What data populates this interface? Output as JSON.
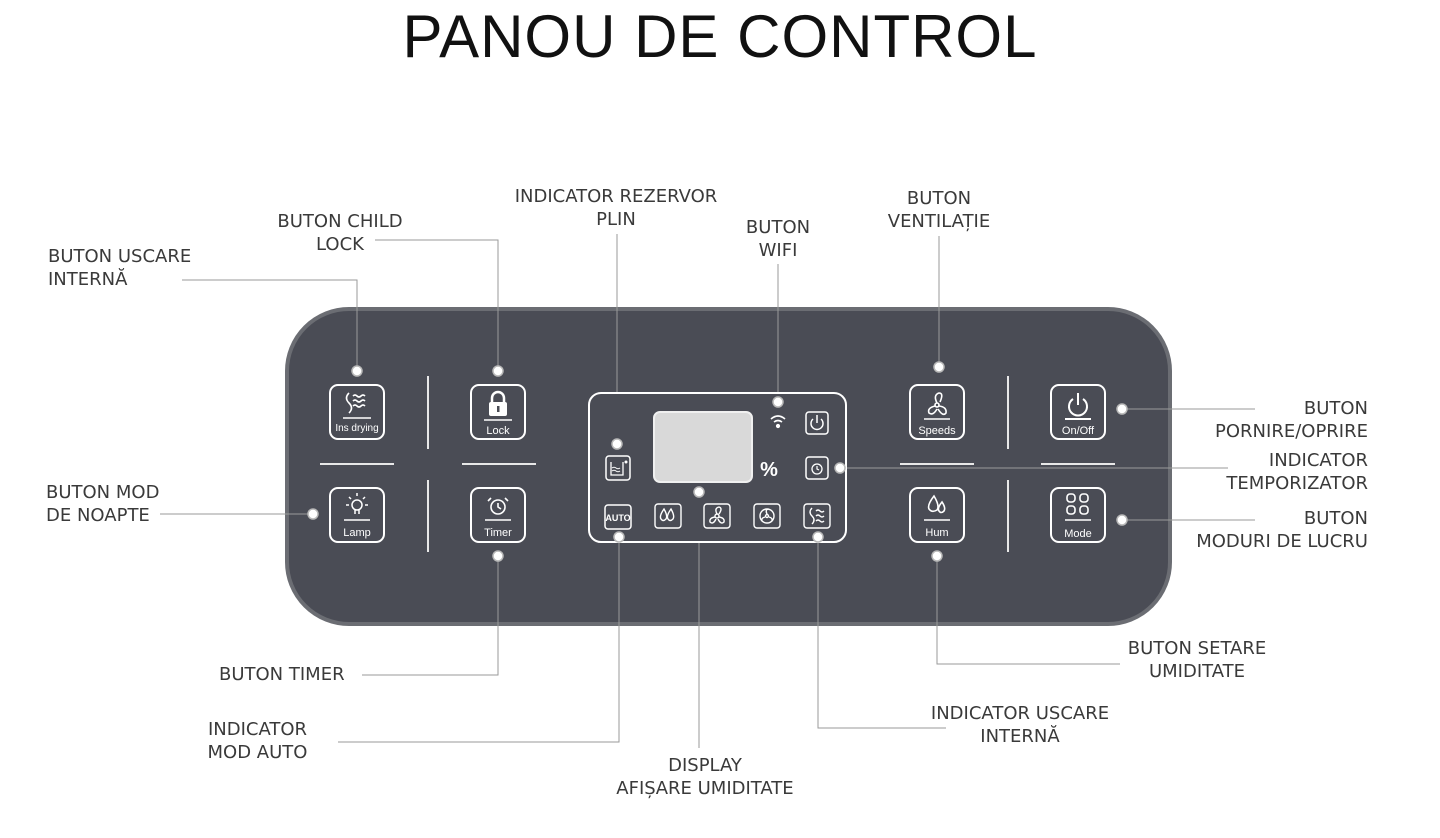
{
  "title": "PANOU DE CONTROL",
  "buttons": {
    "ins_drying": "Ins drying",
    "lock": "Lock",
    "lamp": "Lamp",
    "timer": "Timer",
    "speeds": "Speeds",
    "on_off": "On/Off",
    "hum": "Hum",
    "mode": "Mode"
  },
  "display": {
    "auto": "AUTO",
    "percent": "%"
  },
  "labels": {
    "uscare_interna": "BUTON USCARE\nINTERNĂ",
    "child_lock": "BUTON CHILD\nLOCK",
    "rezervor": "INDICATOR REZERVOR\nPLIN",
    "wifi": "BUTON\nWIFI",
    "ventilatie": "BUTON\nVENTILAȚIE",
    "pornire": "BUTON\nPORNIRE/OPRIRE",
    "temporizator": "INDICATOR\nTEMPORIZATOR",
    "moduri": "BUTON\nMODURI DE LUCRU",
    "mod_noapte": "BUTON MOD\nDE NOAPTE",
    "setare_umiditate": "BUTON SETARE\nUMIDITATE",
    "timer": "BUTON TIMER",
    "mod_auto": "INDICATOR\nMOD AUTO",
    "display": "DISPLAY\nAFIȘARE UMIDITATE",
    "uscare_indicator": "INDICATOR USCARE\nINTERNĂ"
  },
  "colors": {
    "panel": "#4a4c55",
    "panel_border": "#6b6d73",
    "button_outline": "#ffffff",
    "leader_line": "#9a9a9a"
  }
}
